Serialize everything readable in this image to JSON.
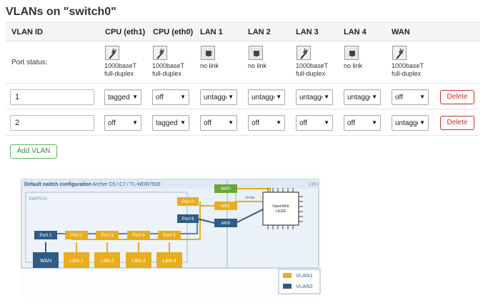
{
  "page_title": "VLANs on \"switch0\"",
  "columns": [
    "VLAN ID",
    "CPU (eth1)",
    "CPU (eth0)",
    "LAN 1",
    "LAN 2",
    "LAN 3",
    "LAN 4",
    "WAN"
  ],
  "port_status": {
    "label": "Port status:",
    "ports": [
      {
        "state": "up",
        "line1": "1000baseT",
        "line2": "full-duplex"
      },
      {
        "state": "up",
        "line1": "1000baseT",
        "line2": "full-duplex"
      },
      {
        "state": "down",
        "line1": "no link",
        "line2": ""
      },
      {
        "state": "down",
        "line1": "no link",
        "line2": ""
      },
      {
        "state": "up",
        "line1": "1000baseT",
        "line2": "full-duplex"
      },
      {
        "state": "down",
        "line1": "no link",
        "line2": ""
      },
      {
        "state": "up",
        "line1": "1000baseT",
        "line2": "full-duplex"
      }
    ]
  },
  "vlans": [
    {
      "id": "1",
      "ports": [
        "tagged",
        "off",
        "untagged",
        "untagged",
        "untagged",
        "untagged",
        "off"
      ],
      "delete_label": "Delete"
    },
    {
      "id": "2",
      "ports": [
        "off",
        "tagged",
        "off",
        "off",
        "off",
        "off",
        "untagged"
      ],
      "delete_label": "Delete"
    }
  ],
  "add_vlan_label": "Add VLAN",
  "diagram": {
    "title_bold": "Default switch configuration",
    "title_rest": "Archer C5 / C7 / TL-WDR7500",
    "switch_label": "SWITCH",
    "cpu_label": "CPU",
    "wifi": "WIFI",
    "br_lan": "br-lan",
    "eth1": "eth1",
    "eth0": "eth0",
    "chip_line1": "OpenWrt/",
    "chip_line2": "LEDE",
    "port0": "Port 0",
    "port6": "Port 6",
    "ports_top": [
      "Port 1",
      "Port 2",
      "Port 3",
      "Port 4",
      "Port 5"
    ],
    "ports_bottom": [
      "WAN",
      "LAN 1",
      "LAN 2",
      "LAN 3",
      "LAN 4"
    ],
    "legend": [
      "VLAN1",
      "VLAN2"
    ],
    "colors": {
      "vlan1": "#e8ad1c",
      "vlan2": "#2f5c86",
      "wifi": "#6ba539"
    }
  }
}
